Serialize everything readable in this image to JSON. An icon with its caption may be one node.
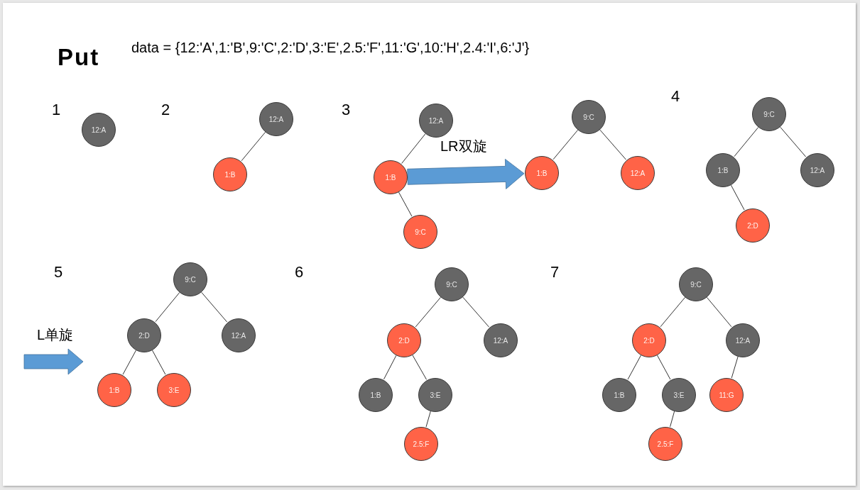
{
  "diagram": {
    "title": "Put",
    "nodes": [
      {
        "text": [
          "12:A"
        ]
      },
      {
        "text": [
          "12:A"
        ]
      },
      {
        "text": [
          "1:B"
        ]
      },
      {
        "text": [
          "12:A"
        ]
      },
      {
        "text": [
          "1:B"
        ]
      },
      {
        "text": [
          "9:C"
        ]
      },
      {
        "text": [
          "9:C"
        ]
      },
      {
        "text": [
          "1:B"
        ]
      },
      {
        "text": [
          "12:A"
        ]
      },
      {
        "text": [
          "9:C"
        ]
      },
      {
        "text": [
          "1:B"
        ]
      },
      {
        "text": [
          "12:A"
        ]
      },
      {
        "text": [
          "2:D"
        ]
      },
      {
        "text": [
          "9:C"
        ]
      },
      {
        "text": [
          "2:D"
        ]
      },
      {
        "text": [
          "12:A"
        ]
      },
      {
        "text": [
          "1:B"
        ]
      },
      {
        "text": [
          "3:E"
        ]
      },
      {
        "text": [
          "9:C"
        ]
      },
      {
        "text": [
          "2:D"
        ]
      },
      {
        "text": [
          "12:A"
        ]
      },
      {
        "text": [
          "1:B"
        ]
      },
      {
        "text": [
          "3:E"
        ]
      },
      {
        "text": [
          "2.5:F"
        ]
      },
      {
        "text": [
          "9:C"
        ]
      },
      {
        "text": [
          "2:D"
        ]
      },
      {
        "text": [
          "12:A"
        ]
      },
      {
        "text": [
          "1:B"
        ]
      },
      {
        "text": [
          "3:E"
        ]
      },
      {
        "text": [
          "11:G"
        ]
      },
      {
        "text": [
          "2.5:F"
        ]
      }
    ],
    "edges": [
      {
        "from": 1,
        "to": 2,
        "arrow": "none"
      },
      {
        "from": 3,
        "to": 4,
        "arrow": "none"
      },
      {
        "from": 4,
        "to": 5,
        "arrow": "none"
      },
      {
        "from": 6,
        "to": 7,
        "arrow": "none"
      },
      {
        "from": 6,
        "to": 8,
        "arrow": "none"
      },
      {
        "from": 9,
        "to": 10,
        "arrow": "none"
      },
      {
        "from": 9,
        "to": 11,
        "arrow": "none"
      },
      {
        "from": 10,
        "to": 12,
        "arrow": "none"
      },
      {
        "from": 13,
        "to": 14,
        "arrow": "none"
      },
      {
        "from": 13,
        "to": 15,
        "arrow": "none"
      },
      {
        "from": 14,
        "to": 16,
        "arrow": "none"
      },
      {
        "from": 14,
        "to": 17,
        "arrow": "none"
      },
      {
        "from": 18,
        "to": 19,
        "arrow": "none"
      },
      {
        "from": 18,
        "to": 20,
        "arrow": "none"
      },
      {
        "from": 19,
        "to": 21,
        "arrow": "none"
      },
      {
        "from": 19,
        "to": 22,
        "arrow": "none"
      },
      {
        "from": 22,
        "to": 23,
        "arrow": "none"
      },
      {
        "from": 24,
        "to": 25,
        "arrow": "none"
      },
      {
        "from": 24,
        "to": 26,
        "arrow": "none"
      },
      {
        "from": 25,
        "to": 27,
        "arrow": "none"
      },
      {
        "from": 25,
        "to": 28,
        "arrow": "none"
      },
      {
        "from": 26,
        "to": 29,
        "arrow": "none"
      },
      {
        "from": 28,
        "to": 30,
        "arrow": "none"
      },
      {
        "from": 4,
        "to": 7,
        "arrow": "to",
        "label": "LR双旋",
        "style": "thick",
        "color": "#5b9bd5"
      }
    ],
    "labels": [
      "data = {12:'A',1:'B',9:'C',2:'D',3:'E',2.5:'F',11:'G',10:'H',2.4:'I',6:'J'}",
      "1",
      "2",
      "3",
      "4",
      "5",
      "6",
      "7",
      "L单旋"
    ]
  }
}
